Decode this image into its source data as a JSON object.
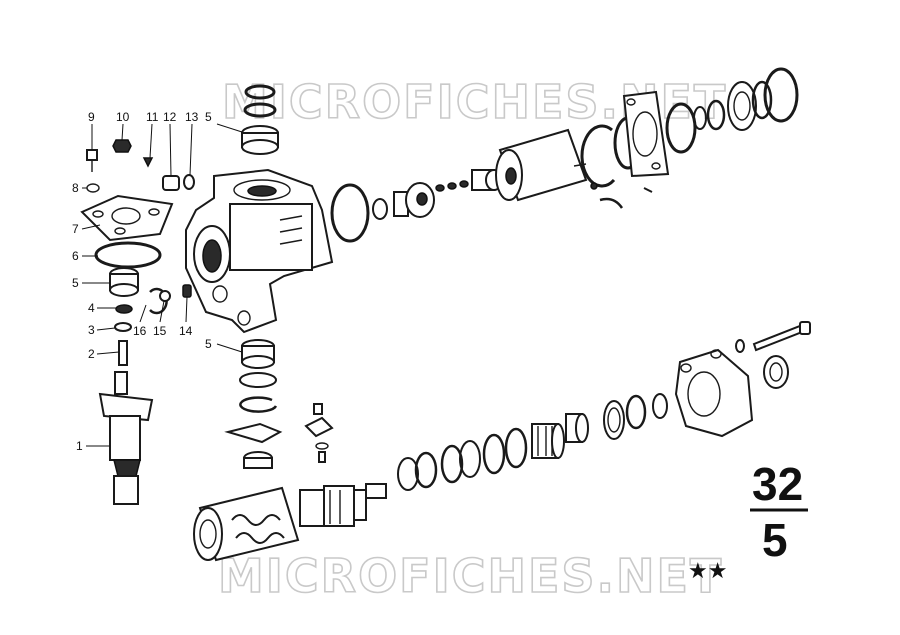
{
  "watermark": {
    "text": "MICROFICHES.NET"
  },
  "group_number": {
    "top": "32",
    "bottom": "5"
  },
  "stars": "★★",
  "callouts": [
    {
      "id": "c9",
      "label": "9"
    },
    {
      "id": "c10",
      "label": "10"
    },
    {
      "id": "c11",
      "label": "11"
    },
    {
      "id": "c12",
      "label": "12"
    },
    {
      "id": "c13",
      "label": "13"
    },
    {
      "id": "c5a",
      "label": "5"
    },
    {
      "id": "c8",
      "label": "8"
    },
    {
      "id": "c7",
      "label": "7"
    },
    {
      "id": "c6",
      "label": "6"
    },
    {
      "id": "c5b",
      "label": "5"
    },
    {
      "id": "c4",
      "label": "4"
    },
    {
      "id": "c3",
      "label": "3"
    },
    {
      "id": "c2",
      "label": "2"
    },
    {
      "id": "c1",
      "label": "1"
    },
    {
      "id": "c16",
      "label": "16"
    },
    {
      "id": "c15",
      "label": "15"
    },
    {
      "id": "c14",
      "label": "14"
    },
    {
      "id": "c5c",
      "label": "5"
    }
  ]
}
